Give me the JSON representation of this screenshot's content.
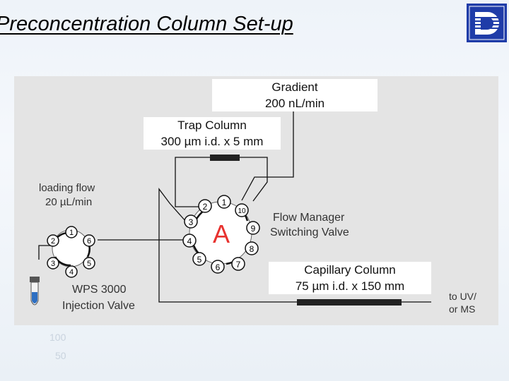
{
  "slide": {
    "title": "Preconcentration Column Set-up"
  },
  "logo": {
    "icon": "d-logo-icon",
    "color": "#1f3ca8"
  },
  "background_marks": {
    "mark_a": "100",
    "mark_b": "50"
  },
  "labels": {
    "gradient_line1": "Gradient",
    "gradient_line2": "200 nL/min",
    "trap_line1": "Trap Column",
    "trap_line2": "300 µm i.d. x 5 mm",
    "capillary_line1": "Capillary Column",
    "capillary_line2": "75 µm i.d. x 150 mm",
    "loading_line1": "loading flow",
    "loading_line2": "20 µL/min",
    "flow_manager_line1": "Flow Manager",
    "flow_manager_line2": "Switching Valve",
    "wps_line1": "WPS 3000",
    "wps_line2": "Injection Valve",
    "detector_line1": "to UV/",
    "detector_line2": "or MS",
    "valve_letter": "A"
  },
  "switching_valve_ports": [
    "1",
    "2",
    "3",
    "4",
    "5",
    "6",
    "7",
    "8",
    "9",
    "10"
  ],
  "injection_valve_ports": [
    "1",
    "2",
    "3",
    "4",
    "5",
    "6"
  ],
  "colors": {
    "valve_letter": "#e8322f",
    "vial_liquid": "#2e6fc2"
  }
}
